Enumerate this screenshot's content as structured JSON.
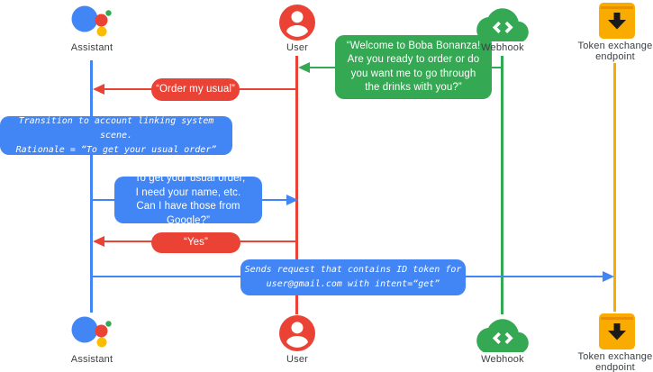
{
  "palette": {
    "blue": "#4285F4",
    "red": "#EA4335",
    "green": "#34A853",
    "amber": "#F9AB00",
    "label_gray": "#3C4043"
  },
  "actors": [
    {
      "id": "assistant",
      "label": "Assistant",
      "icon": "google-assistant-icon",
      "lifeline_color": "#4285F4"
    },
    {
      "id": "user",
      "label": "User",
      "icon": "user-avatar-icon",
      "lifeline_color": "#EA4335"
    },
    {
      "id": "webhook",
      "label": "Webhook",
      "icon": "webhook-cloud-code-icon",
      "lifeline_color": "#34A853"
    },
    {
      "id": "token_endpoint",
      "label": "Token exchange\nendpoint",
      "icon": "token-exchange-inbox-icon",
      "lifeline_color": "#F9AB00"
    }
  ],
  "messages": [
    {
      "id": "welcome",
      "from": "Webhook",
      "to": "User",
      "color": "#34A853",
      "text": "“Welcome to Boba Bonanza!\nAre you ready to order or do\nyou want me to go through\nthe drinks with you?”"
    },
    {
      "id": "order_usual",
      "from": "User",
      "to": "Assistant",
      "color": "#EA4335",
      "text": "“Order my usual”"
    },
    {
      "id": "transition_note",
      "on": "Assistant",
      "color": "#4285F4",
      "text": "Transition to account linking system scene.\nRationale = “To get your usual order”"
    },
    {
      "id": "ask_permission",
      "from": "Assistant",
      "to": "User",
      "color": "#4285F4",
      "text": "“To get your usual order,\nI need your name, etc.\nCan I have those from Google?”"
    },
    {
      "id": "yes",
      "from": "User",
      "to": "Assistant",
      "color": "#EA4335",
      "text": "“Yes”"
    },
    {
      "id": "send_request",
      "from": "Assistant",
      "to": "Token exchange endpoint",
      "color": "#4285F4",
      "text": "Sends request that contains ID token for\nuser@gmail.com with intent=“get”"
    }
  ]
}
